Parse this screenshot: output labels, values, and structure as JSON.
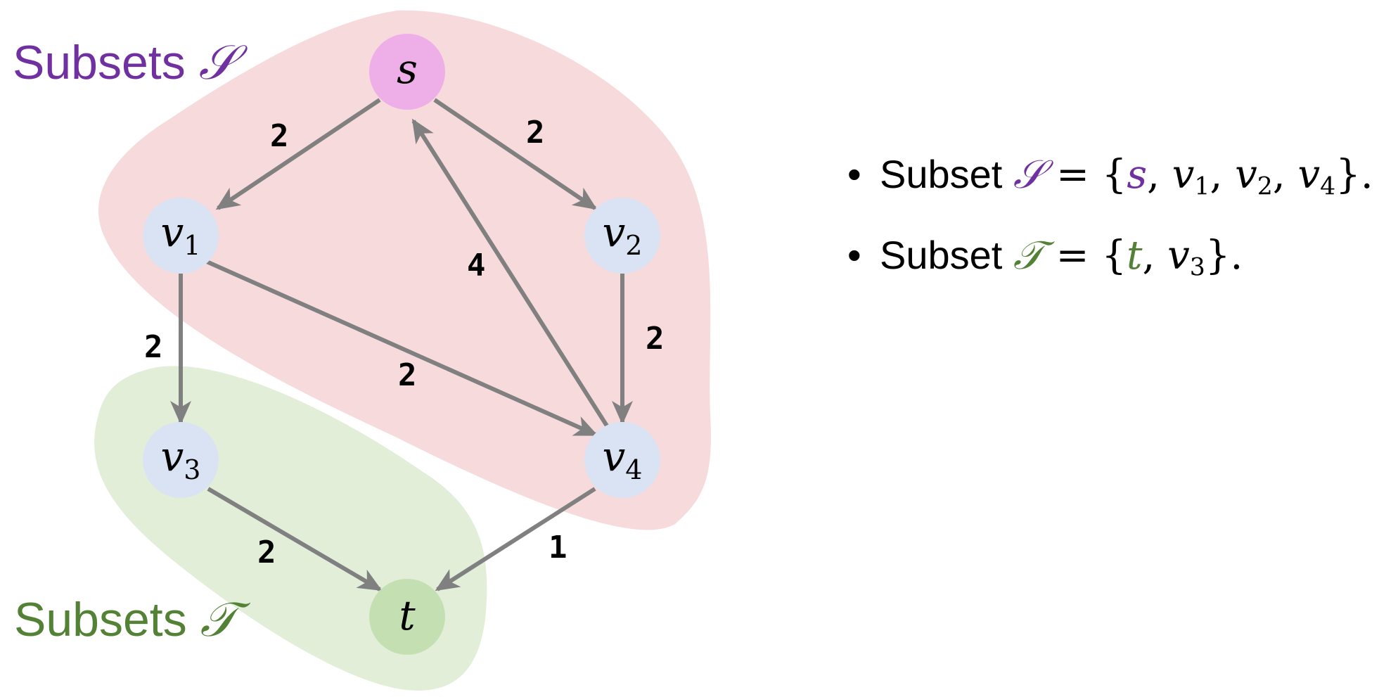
{
  "colors": {
    "set_s_fill": "#f6dadc",
    "set_t_fill": "#e2eed8",
    "source_node": "#eeaee8",
    "sink_node": "#c4e0b2",
    "inner_node": "#dae3f3",
    "edge": "#808080",
    "s_label": "#7030a0",
    "t_label": "#538135"
  },
  "set_labels": {
    "s_word": "Subsets",
    "s_symbol": "𝒮",
    "t_word": "Subsets",
    "t_symbol": "𝒯"
  },
  "nodes": {
    "s": {
      "label": "s",
      "sub": ""
    },
    "v1": {
      "label": "v",
      "sub": "1"
    },
    "v2": {
      "label": "v",
      "sub": "2"
    },
    "v3": {
      "label": "v",
      "sub": "3"
    },
    "v4": {
      "label": "v",
      "sub": "4"
    },
    "t": {
      "label": "t",
      "sub": ""
    }
  },
  "edges": [
    {
      "from": "s",
      "to": "v1",
      "weight": "2"
    },
    {
      "from": "s",
      "to": "v2",
      "weight": "2"
    },
    {
      "from": "v4",
      "to": "s",
      "weight": "4"
    },
    {
      "from": "v1",
      "to": "v4",
      "weight": "2"
    },
    {
      "from": "v1",
      "to": "v3",
      "weight": "2"
    },
    {
      "from": "v2",
      "to": "v4",
      "weight": "2"
    },
    {
      "from": "v3",
      "to": "t",
      "weight": "2"
    },
    {
      "from": "v4",
      "to": "t",
      "weight": "1"
    }
  ],
  "bullets": {
    "marker": "•",
    "line1": {
      "word": "Subset",
      "symbol": "𝒮",
      "eq": " = {",
      "s": "s",
      "sep": ", ",
      "v": "v",
      "sub1": "1",
      "sub2": "2",
      "sub4": "4",
      "end": "}."
    },
    "line2": {
      "word": "Subset",
      "symbol": "𝒯",
      "eq": " = {",
      "t": "t",
      "sep": ", ",
      "v": "v",
      "sub3": "3",
      "end": "}."
    }
  }
}
